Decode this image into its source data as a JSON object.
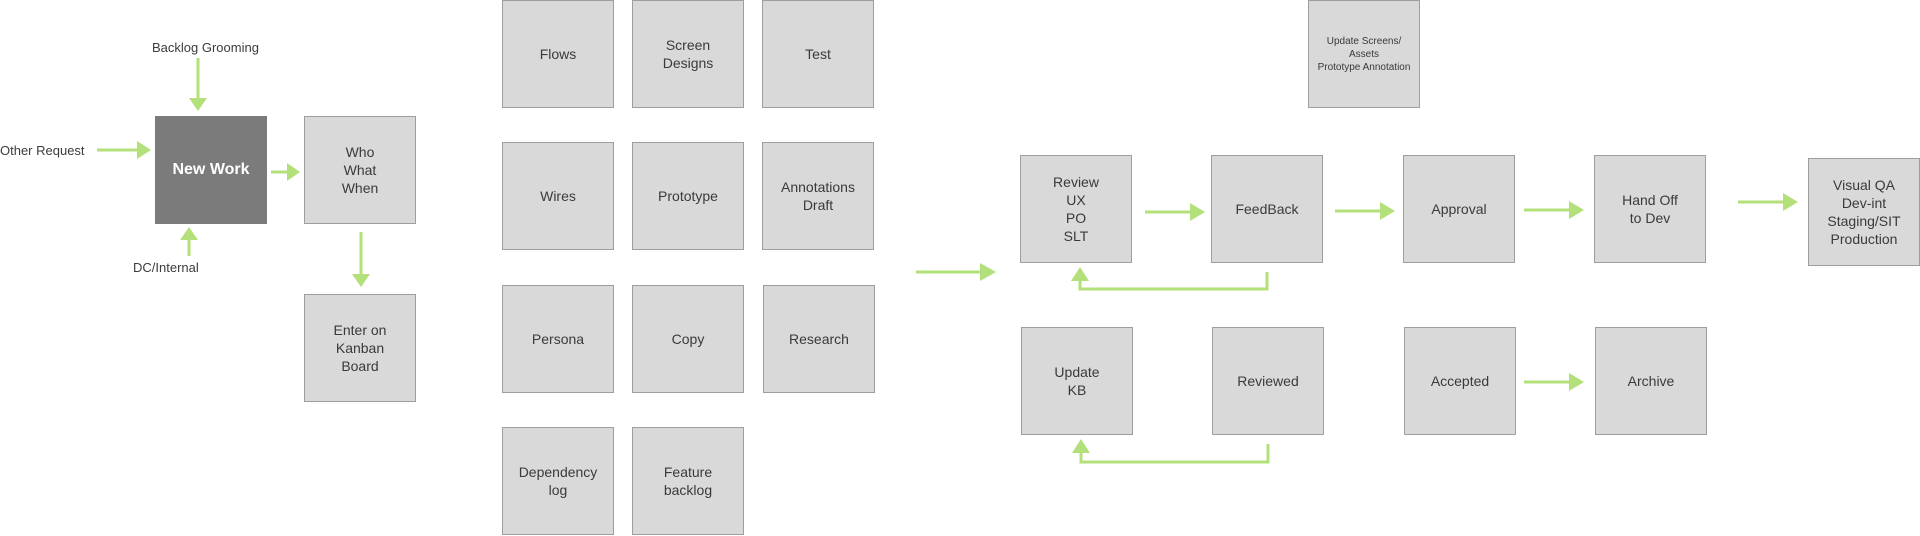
{
  "colors": {
    "arrow": "#b3e07a",
    "box": "#d9d9d9",
    "box_border": "#9e9e9e",
    "dark_box": "#7b7b7b"
  },
  "labels": {
    "backlog_grooming": "Backlog Grooming",
    "other_request": "Other Request",
    "dc_internal": "DC/Internal"
  },
  "boxes": {
    "new_work": "New Work",
    "who_what_when": "Who\nWhat\nWhen",
    "enter_kanban": "Enter on\nKanban\nBoard",
    "flows": "Flows",
    "screen_designs": "Screen\nDesigns",
    "test": "Test",
    "wires": "Wires",
    "prototype": "Prototype",
    "annotations_draft": "Annotations\nDraft",
    "persona": "Persona",
    "copy": "Copy",
    "research": "Research",
    "dependency_log": "Dependency\nlog",
    "feature_backlog": "Feature\nbacklog",
    "update_screens": "Update Screens/\nAssets\nPrototype Annotation",
    "review": "Review\nUX\nPO\nSLT",
    "feedback": "FeedBack",
    "approval": "Approval",
    "hand_off": "Hand Off\nto Dev",
    "visual_qa": "Visual QA\nDev-int\nStaging/SIT\nProduction",
    "update_kb": "Update\nKB",
    "reviewed": "Reviewed",
    "accepted": "Accepted",
    "archive": "Archive"
  }
}
